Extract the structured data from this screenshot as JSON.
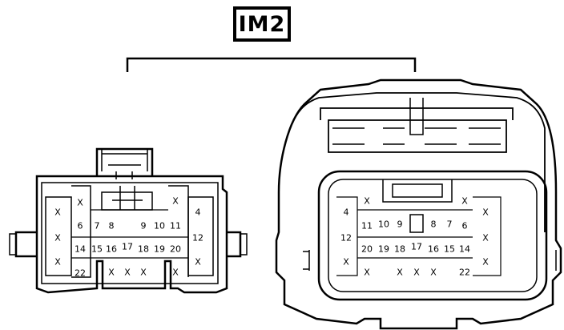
{
  "connector_code": "IM2",
  "left_connector": {
    "cells": [
      {
        "id": "l-a1",
        "label": "X"
      },
      {
        "id": "l-a2",
        "label": "X"
      },
      {
        "id": "l-a3",
        "label": "X"
      },
      {
        "id": "l-b1",
        "label": "X"
      },
      {
        "id": "l-b2",
        "label": "6"
      },
      {
        "id": "l-b3",
        "label": "14"
      },
      {
        "id": "l-b4",
        "label": "22"
      },
      {
        "id": "l-c1",
        "label": "7"
      },
      {
        "id": "l-c2",
        "label": "15"
      },
      {
        "id": "l-d1",
        "label": "8"
      },
      {
        "id": "l-d2",
        "label": "16"
      },
      {
        "id": "l-d3",
        "label": "X"
      },
      {
        "id": "l-e1",
        "label": "17"
      },
      {
        "id": "l-e2",
        "label": "X"
      },
      {
        "id": "l-f1",
        "label": "9"
      },
      {
        "id": "l-f2",
        "label": "18"
      },
      {
        "id": "l-f3",
        "label": "X"
      },
      {
        "id": "l-g1",
        "label": "10"
      },
      {
        "id": "l-g2",
        "label": "19"
      },
      {
        "id": "l-h0",
        "label": "X"
      },
      {
        "id": "l-h1",
        "label": "11"
      },
      {
        "id": "l-h2",
        "label": "20"
      },
      {
        "id": "l-h3",
        "label": "X"
      },
      {
        "id": "l-i1",
        "label": "4"
      },
      {
        "id": "l-i2",
        "label": "12"
      },
      {
        "id": "l-i3",
        "label": "X"
      }
    ]
  },
  "right_connector": {
    "cells": [
      {
        "id": "r-a1",
        "label": "4"
      },
      {
        "id": "r-a2",
        "label": "12"
      },
      {
        "id": "r-a3",
        "label": "X"
      },
      {
        "id": "r-b0",
        "label": "X"
      },
      {
        "id": "r-b1",
        "label": "11"
      },
      {
        "id": "r-b2",
        "label": "20"
      },
      {
        "id": "r-b3",
        "label": "X"
      },
      {
        "id": "r-c1",
        "label": "10"
      },
      {
        "id": "r-c2",
        "label": "19"
      },
      {
        "id": "r-d1",
        "label": "9"
      },
      {
        "id": "r-d2",
        "label": "18"
      },
      {
        "id": "r-d3",
        "label": "X"
      },
      {
        "id": "r-e1",
        "label": "17"
      },
      {
        "id": "r-e2",
        "label": "X"
      },
      {
        "id": "r-f1",
        "label": "8"
      },
      {
        "id": "r-f2",
        "label": "16"
      },
      {
        "id": "r-f3",
        "label": "X"
      },
      {
        "id": "r-g1",
        "label": "7"
      },
      {
        "id": "r-g2",
        "label": "15"
      },
      {
        "id": "r-h0",
        "label": "X"
      },
      {
        "id": "r-h1",
        "label": "6"
      },
      {
        "id": "r-h2",
        "label": "14"
      },
      {
        "id": "r-h3",
        "label": "22"
      },
      {
        "id": "r-i1",
        "label": "X"
      },
      {
        "id": "r-i2",
        "label": "X"
      },
      {
        "id": "r-i3",
        "label": "X"
      }
    ]
  }
}
